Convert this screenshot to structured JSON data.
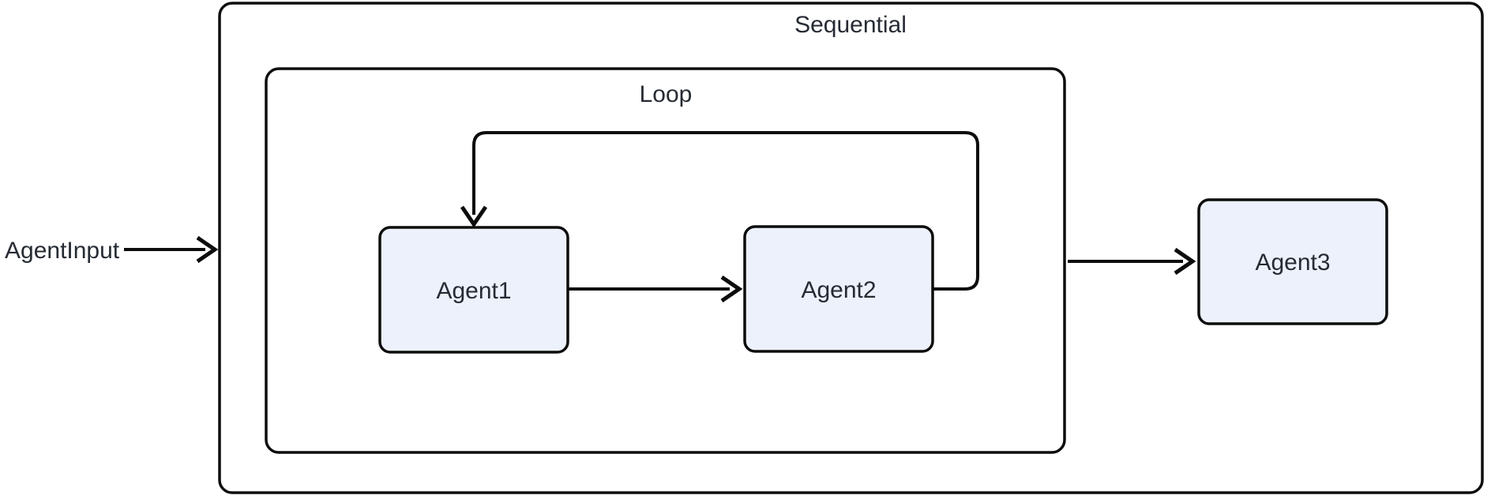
{
  "diagram": {
    "type": "flowchart",
    "direction": "left-to-right",
    "input_label": "AgentInput",
    "containers": [
      {
        "id": "sequential",
        "label": "Sequential",
        "parent": null
      },
      {
        "id": "loop",
        "label": "Loop",
        "parent": "sequential"
      }
    ],
    "nodes": [
      {
        "id": "agent1",
        "label": "Agent1",
        "container": "loop"
      },
      {
        "id": "agent2",
        "label": "Agent2",
        "container": "loop"
      },
      {
        "id": "agent3",
        "label": "Agent3",
        "container": "sequential"
      }
    ],
    "edges": [
      {
        "from": "AgentInput",
        "to": "Sequential",
        "kind": "straight"
      },
      {
        "from": "Agent1",
        "to": "Agent2",
        "kind": "straight"
      },
      {
        "from": "Agent2",
        "to": "Agent1",
        "kind": "loop-back"
      },
      {
        "from": "Loop",
        "to": "Agent3",
        "kind": "straight"
      }
    ],
    "colors": {
      "background": "#FFFFFF",
      "node_fill": "#ECF1FB",
      "stroke": "#0D0D0D",
      "text": "#262B33"
    }
  }
}
